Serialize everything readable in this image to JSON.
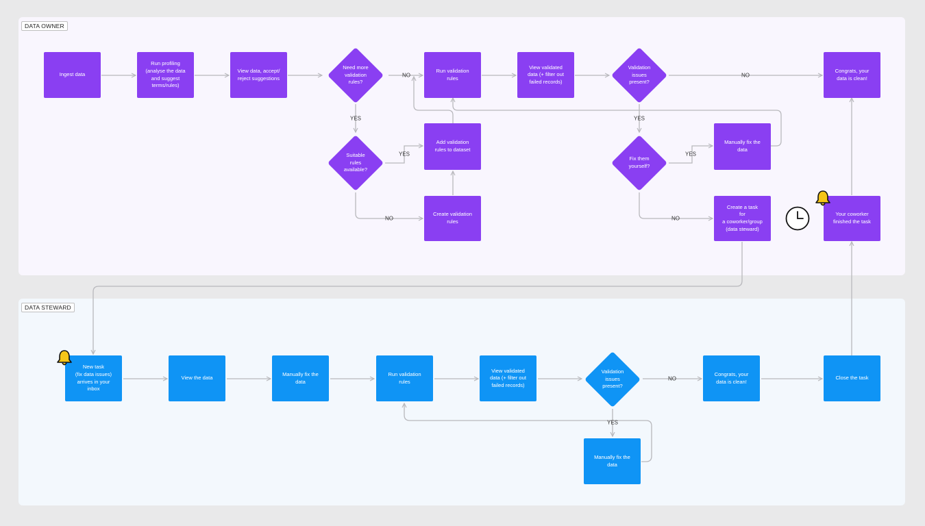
{
  "lanes": {
    "owner": "DATA OWNER",
    "steward": "DATA STEWARD"
  },
  "owner": {
    "ingest": "Ingest data",
    "profiling": "Run profiling\n(analyse the data\nand suggest\nterms/rules)",
    "view_accept": "View data, accept/\nreject suggestions",
    "need_rules": "Need more\nvalidation\nrules?",
    "run_rules": "Run validation\nrules",
    "view_validated": "View validated\ndata (+ filter out\nfailed records)",
    "issues_present": "Validation\nissues\npresent?",
    "congrats": "Congrats, your\ndata is clean!",
    "suitable": "Suitable\nrules\navailable?",
    "add_rules": "Add validation\nrules to dataset",
    "create_rules": "Create validation\nrules",
    "fix_yourself": "Fix them\nyourself?",
    "manually_fix": "Manually fix the\ndata",
    "create_task": "Create a task\nfor\na coworker/group\n(data steward)",
    "coworker_finished": "Your coworker\nfinished the task"
  },
  "steward": {
    "new_task": "New task\n(fix data issues)\narrives in your\ninbox",
    "view_data": "View the data",
    "manually_fix": "Manually fix the\ndata",
    "run_rules": "Run validation\nrules",
    "view_validated": "View validated\ndata (+ filter out\nfailed records)",
    "issues_present": "Validation\nissues\npresent?",
    "congrats": "Congrats, your\ndata is clean!",
    "close_task": "Close the task",
    "manually_fix_2": "Manually fix the\ndata"
  },
  "edge_labels": {
    "need_no": "NO",
    "need_yes": "YES",
    "suitable_yes": "YES",
    "suitable_no": "NO",
    "issues_no": "NO",
    "issues_yes": "YES",
    "fix_yes": "YES",
    "fix_no": "NO",
    "steward_issues_no": "NO",
    "steward_issues_yes": "YES"
  },
  "colors": {
    "purple": "#8a3ff2",
    "blue": "#0f94f5",
    "connector": "#b8b8bc",
    "bell": "#f5c518"
  },
  "icons": [
    "bell-icon",
    "clock-icon"
  ]
}
